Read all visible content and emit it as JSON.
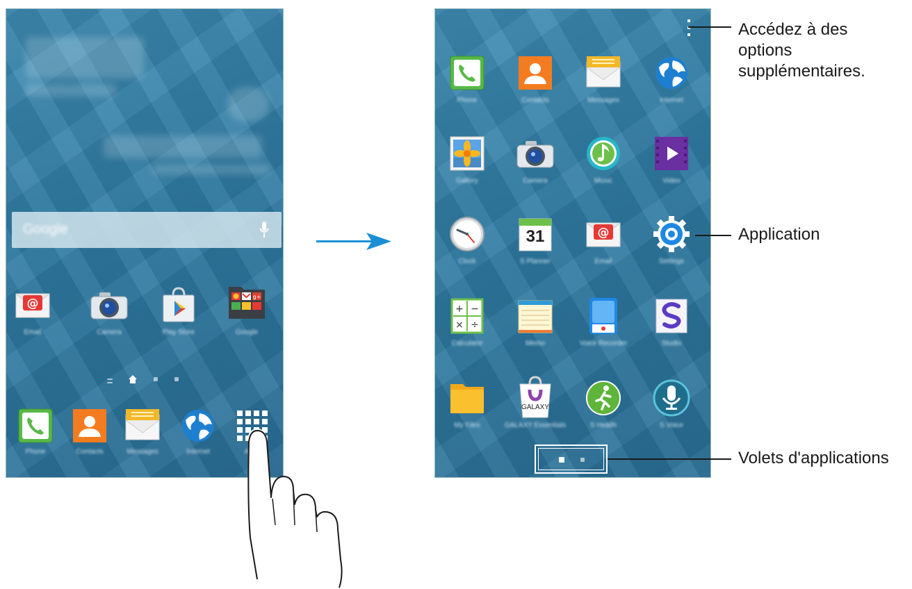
{
  "home_screen": {
    "search_hint": "Google",
    "dock_labels": [
      "Phone",
      "Contacts",
      "Messages",
      "Internet",
      "Apps"
    ],
    "row_labels": [
      "Email",
      "Camera",
      "Play Store",
      "Google"
    ]
  },
  "app_drawer": {
    "app_labels": [
      "Phone",
      "Contacts",
      "Messages",
      "Internet",
      "Gallery",
      "Camera",
      "Music",
      "Video",
      "Clock",
      "S Planner",
      "Email",
      "Settings",
      "Calculator",
      "Memo",
      "Voice Recorder",
      "Studio",
      "My Files",
      "GALAXY Essentials",
      "S Health",
      "S Voice"
    ],
    "calendar_day": "31",
    "galaxy_text": "GALAXY"
  },
  "annotations": {
    "more_options": "Accédez à des\noptions\nsupplémentaires.",
    "application": "Application",
    "app_panels": "Volets d'applications"
  },
  "colors": {
    "screen_blue": "#2f7ba3",
    "arrow_blue": "#1a8fd6",
    "annotation_text": "#1a1a1a"
  }
}
